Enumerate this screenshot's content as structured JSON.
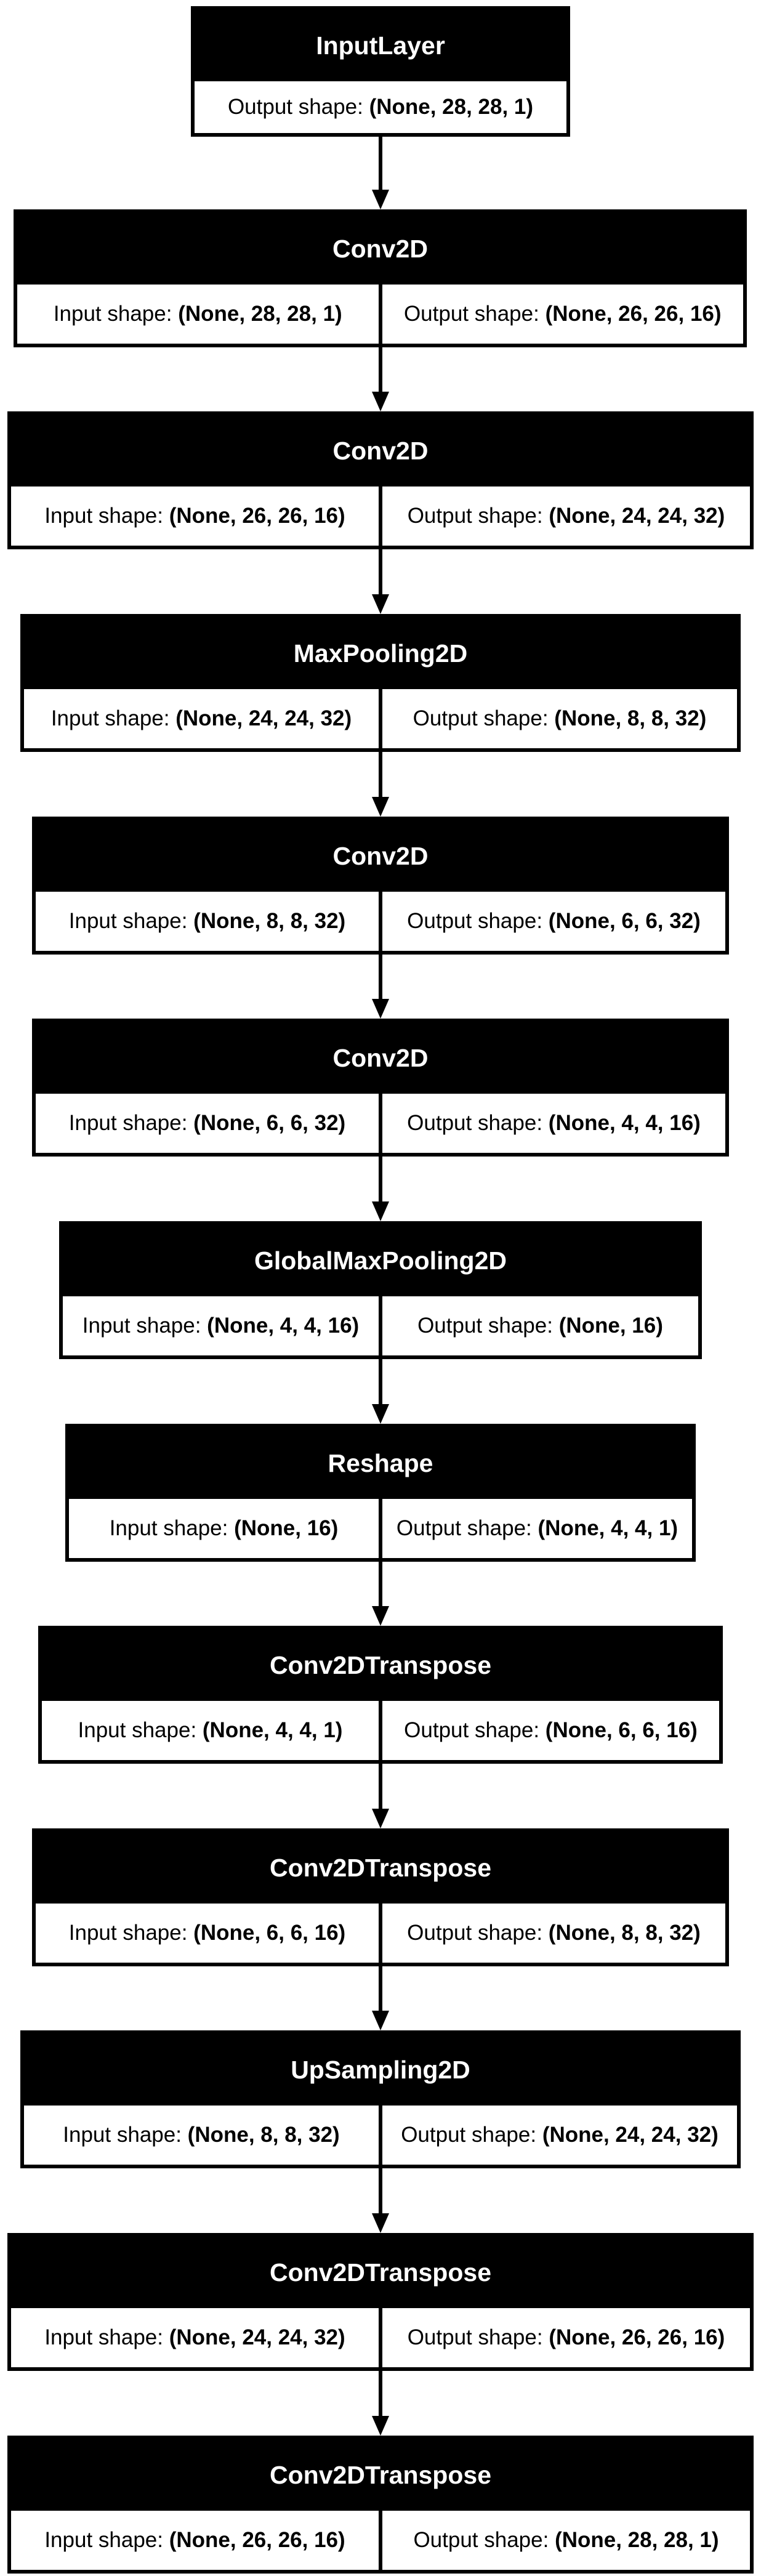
{
  "labels": {
    "input_shape": "Input shape:",
    "output_shape": "Output shape:"
  },
  "layers": [
    {
      "name": "InputLayer",
      "input_shape": null,
      "output_shape": "(None, 28, 28, 1)"
    },
    {
      "name": "Conv2D",
      "input_shape": "(None, 28, 28, 1)",
      "output_shape": "(None, 26, 26, 16)"
    },
    {
      "name": "Conv2D",
      "input_shape": "(None, 26, 26, 16)",
      "output_shape": "(None, 24, 24, 32)"
    },
    {
      "name": "MaxPooling2D",
      "input_shape": "(None, 24, 24, 32)",
      "output_shape": "(None, 8, 8, 32)"
    },
    {
      "name": "Conv2D",
      "input_shape": "(None, 8, 8, 32)",
      "output_shape": "(None, 6, 6, 32)"
    },
    {
      "name": "Conv2D",
      "input_shape": "(None, 6, 6, 32)",
      "output_shape": "(None, 4, 4, 16)"
    },
    {
      "name": "GlobalMaxPooling2D",
      "input_shape": "(None, 4, 4, 16)",
      "output_shape": "(None, 16)"
    },
    {
      "name": "Reshape",
      "input_shape": "(None, 16)",
      "output_shape": "(None, 4, 4, 1)"
    },
    {
      "name": "Conv2DTranspose",
      "input_shape": "(None, 4, 4, 1)",
      "output_shape": "(None, 6, 6, 16)"
    },
    {
      "name": "Conv2DTranspose",
      "input_shape": "(None, 6, 6, 16)",
      "output_shape": "(None, 8, 8, 32)"
    },
    {
      "name": "UpSampling2D",
      "input_shape": "(None, 8, 8, 32)",
      "output_shape": "(None, 24, 24, 32)"
    },
    {
      "name": "Conv2DTranspose",
      "input_shape": "(None, 24, 24, 32)",
      "output_shape": "(None, 26, 26, 16)"
    },
    {
      "name": "Conv2DTranspose",
      "input_shape": "(None, 26, 26, 16)",
      "output_shape": "(None, 28, 28, 1)"
    }
  ]
}
